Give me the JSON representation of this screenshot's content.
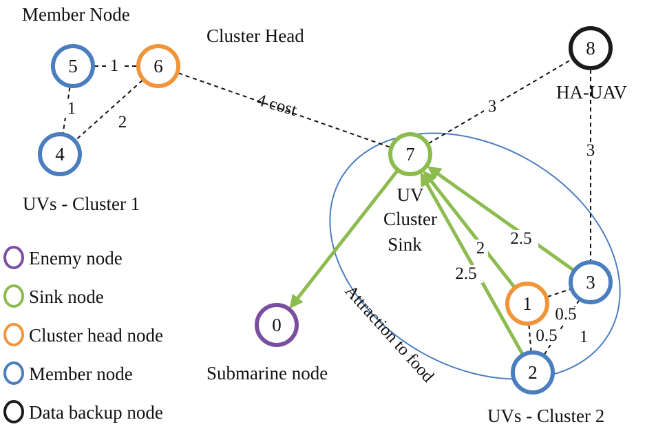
{
  "colors": {
    "enemy": "#7b4fa0",
    "sink": "#8cbb4e",
    "cluster_head": "#f0953a",
    "member": "#4a7ebf",
    "backup": "#1a1a1a",
    "ellipse": "#4a7ebf",
    "arrow": "#8cbb4e",
    "line": "#111111"
  },
  "nodes": [
    {
      "id": "5",
      "role": "member",
      "text": "5"
    },
    {
      "id": "6",
      "role": "cluster_head",
      "text": "6"
    },
    {
      "id": "4",
      "role": "member",
      "text": "4"
    },
    {
      "id": "8",
      "role": "backup",
      "text": "8"
    },
    {
      "id": "7",
      "role": "sink",
      "text": "7"
    },
    {
      "id": "0",
      "role": "enemy",
      "text": "0"
    },
    {
      "id": "1",
      "role": "cluster_head",
      "text": "1"
    },
    {
      "id": "3",
      "role": "member",
      "text": "3"
    },
    {
      "id": "2",
      "role": "member",
      "text": "2"
    }
  ],
  "dashed_edges": [
    {
      "from": "5",
      "to": "6",
      "label": "1"
    },
    {
      "from": "5",
      "to": "4",
      "label": "1"
    },
    {
      "from": "6",
      "to": "4",
      "label": "2"
    },
    {
      "from": "6",
      "to": "7",
      "label": "4 cost"
    },
    {
      "from": "7",
      "to": "8",
      "label": "3"
    },
    {
      "from": "8",
      "to": "3",
      "label": "3"
    },
    {
      "from": "1",
      "to": "3",
      "label": "0.5"
    },
    {
      "from": "1",
      "to": "2",
      "label": "0.5"
    },
    {
      "from": "2",
      "to": "3",
      "label": "1"
    }
  ],
  "arrows": [
    {
      "from": "3",
      "to": "7",
      "label": "2.5"
    },
    {
      "from": "1",
      "to": "7",
      "label": "2"
    },
    {
      "from": "2",
      "to": "7",
      "label": "2.5"
    },
    {
      "from": "7",
      "to": "0",
      "label": "Attraction to food"
    }
  ],
  "labels": {
    "member_node_title": "Member Node",
    "cluster_head_title": "Cluster Head",
    "ha_uav": "HA-UAV",
    "uvs_cluster1": "UVs - Cluster 1",
    "uv_sink_line1": "UV",
    "uv_sink_line2": "Cluster",
    "uv_sink_line3": "Sink",
    "submarine": "Submarine node",
    "uvs_cluster2": "UVs - Cluster 2"
  },
  "legend": [
    {
      "role": "enemy",
      "label": "Enemy node"
    },
    {
      "role": "sink",
      "label": "Sink node"
    },
    {
      "role": "cluster_head",
      "label": "Cluster head node"
    },
    {
      "role": "member",
      "label": "Member node"
    },
    {
      "role": "backup",
      "label": "Data backup node"
    }
  ]
}
